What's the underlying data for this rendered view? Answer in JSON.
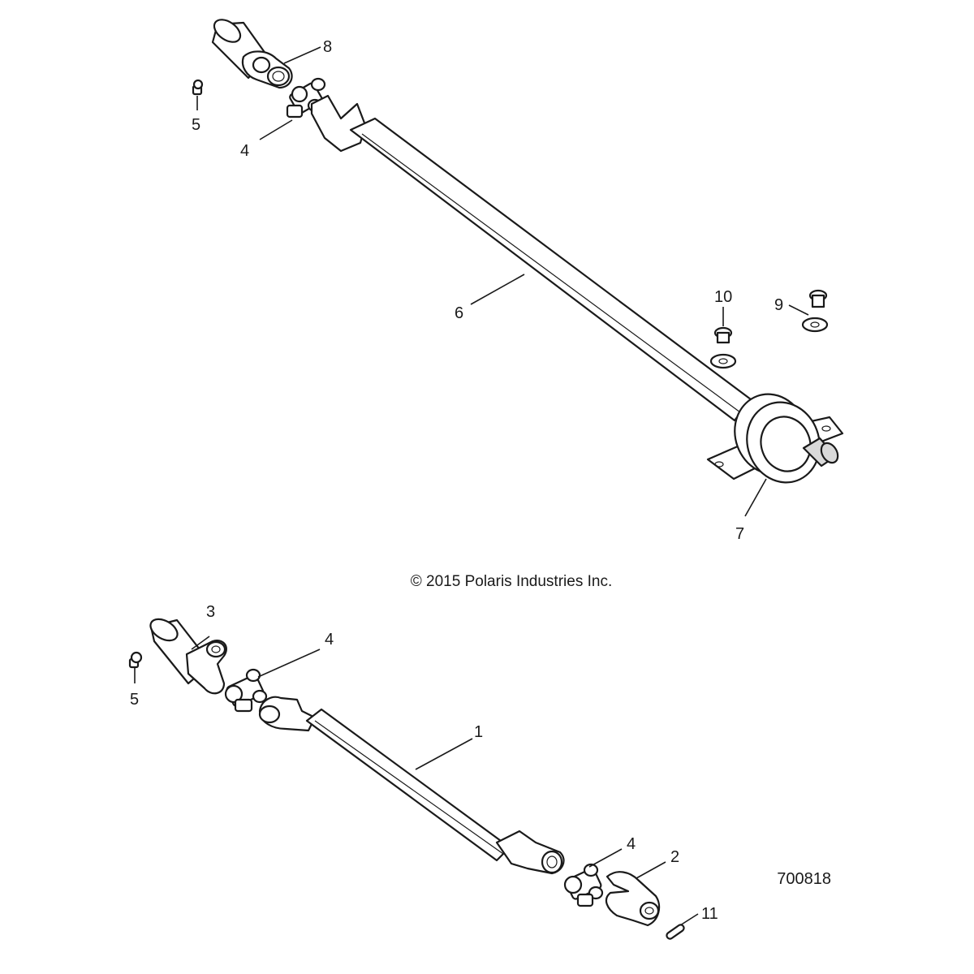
{
  "copyright": "© 2015 Polaris Industries Inc.",
  "drawing_number": "700818",
  "callouts": {
    "top_8": "8",
    "top_5": "5",
    "top_4": "4",
    "top_6": "6",
    "top_10": "10",
    "top_9": "9",
    "top_7": "7",
    "bot_3": "3",
    "bot_4a": "4",
    "bot_5": "5",
    "bot_1": "1",
    "bot_4b": "4",
    "bot_2": "2",
    "bot_11": "11"
  }
}
